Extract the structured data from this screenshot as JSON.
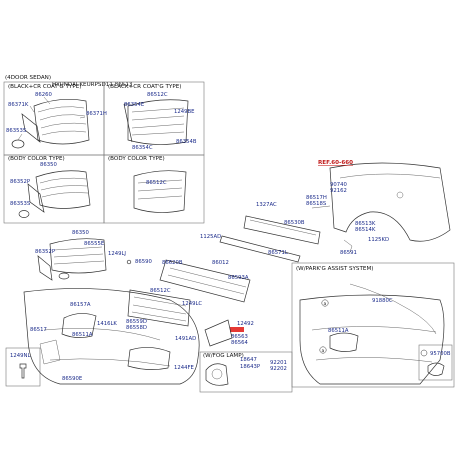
{
  "headers": {
    "sedan": "(4DOOR SEDAN)",
    "black_cr_coat_left": "(BLACK+CR COAT'G TYPE)",
    "black_cr_coat_right": "(BLACK+CR COAT'G TYPE)",
    "body_color_left": "(BODY COLOR TYPE)",
    "body_color_right": "(BODY COLOR TYPE)",
    "park_assist": "(W/PARK'G ASSIST SYSTEM)",
    "fog_lamp": "(W/FOG LAMP)",
    "overlap_text": "HYUNDAI KEURPSD11 86513"
  },
  "labels": {
    "l86260": "86260",
    "l86371K": "86371K",
    "l86371H": "86371H",
    "l86353S_a": "86353S",
    "l86512C_a": "86512C",
    "l86354E": "86354E",
    "l1249BE": "1249BE",
    "l86354C": "86354C",
    "l86354B": "86354B",
    "l86350_a": "86350",
    "l86352P_a": "86352P",
    "l86353S_b": "86353S",
    "l86512C_b": "86512C",
    "ref": "REF.60-660",
    "l90740": "90740",
    "l92162": "92162",
    "l86517H": "86517H",
    "l86518S": "86518S",
    "l1327AC": "1327AC",
    "l86530B": "86530B",
    "l86513K": "86513K",
    "l86514K": "86514K",
    "l1125KD_a": "1125KD",
    "l86591": "86591",
    "l1125AD": "1125AD",
    "l86571L": "86571L",
    "l86350_b": "86350",
    "l86352P_b": "86352P",
    "l86555E": "86555E",
    "l1249LJ": "1249LJ",
    "l86590": "86590",
    "l86620B": "86620B",
    "l86012": "86012",
    "l86593A": "86593A",
    "l86157A": "86157A",
    "l86512C_c": "86512C",
    "l1249LC": "1249LC",
    "l12492": "12492",
    "l86517": "86517",
    "l1416LK": "1416LK",
    "l86559D": "86559D",
    "l86558D": "86558D",
    "l86563": "86563",
    "l86564": "86564",
    "l86511A_a": "86511A",
    "l1491AD": "1491AD",
    "l1249NL": "1249NL",
    "l1244FE": "1244FE",
    "l18647": "18647",
    "l18643P": "18643P",
    "l92201": "92201",
    "l92202": "92202",
    "l86590E": "86590E",
    "l91880C": "91880C",
    "l86511A_b": "86511A",
    "l95700B": "95700B"
  },
  "callouts": {
    "a_top": "a",
    "a_bottom": "a"
  },
  "colors": {
    "label": "#1a2a8a",
    "highlight": "#e53935",
    "reference": "#c01818"
  }
}
